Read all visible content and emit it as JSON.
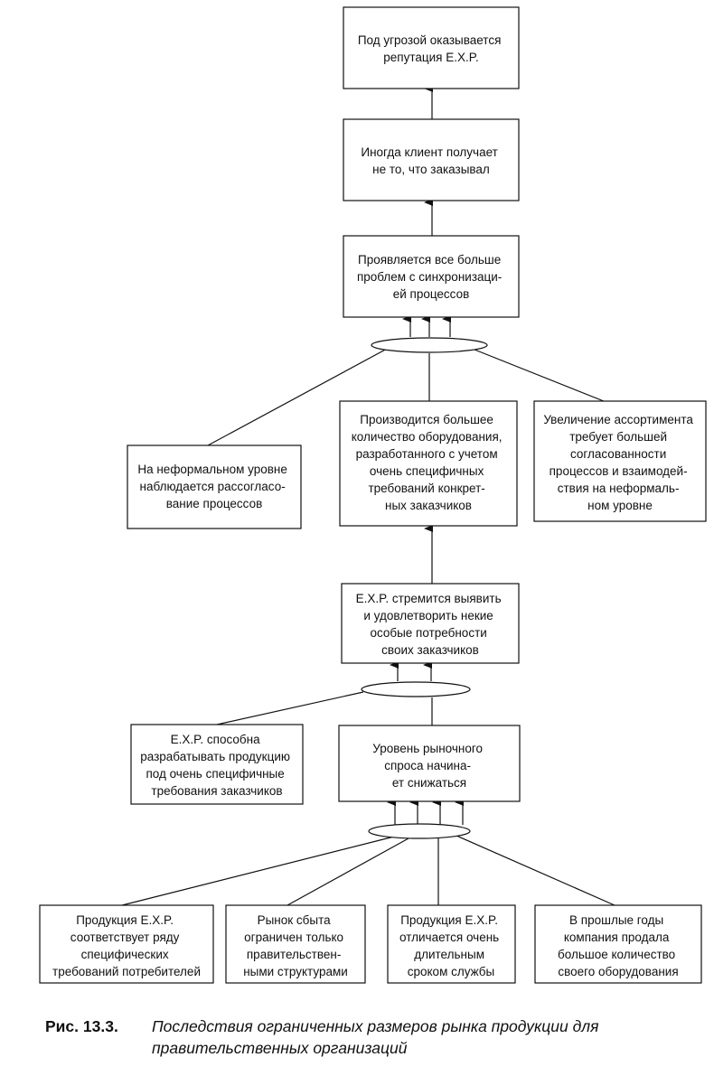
{
  "diagram": {
    "nodes": [
      {
        "id": "n1",
        "lines": [
          "Под угрозой оказывается",
          "репутация E.X.P."
        ]
      },
      {
        "id": "n2",
        "lines": [
          "Иногда клиент получает",
          "не то, что заказывал"
        ]
      },
      {
        "id": "n3",
        "lines": [
          "Проявляется все больше",
          "проблем с синхронизаци-",
          "ей процессов"
        ]
      },
      {
        "id": "n4",
        "lines": [
          "На неформальном уровне",
          "наблюдается рассогласо-",
          "вание процессов"
        ]
      },
      {
        "id": "n5",
        "lines": [
          "Производится большее",
          "количество оборудования,",
          "разработанного с учетом",
          "очень специфичных",
          "требований конкрет-",
          "ных заказчиков"
        ]
      },
      {
        "id": "n6",
        "lines": [
          "Увеличение ассортимента",
          "требует большей",
          "согласованности",
          "процессов и взаимодей-",
          "ствия на неформаль-",
          "ном уровне"
        ]
      },
      {
        "id": "n7",
        "lines": [
          "E.X.P. стремится выявить",
          "и удовлетворить некие",
          "особые потребности",
          "своих заказчиков"
        ]
      },
      {
        "id": "n8",
        "lines": [
          "E.X.P. способна",
          "разрабатывать продукцию",
          "под очень специфичные",
          "требования заказчиков"
        ]
      },
      {
        "id": "n9",
        "lines": [
          "Уровень рыночного",
          "спроса начина-",
          "ет снижаться"
        ]
      },
      {
        "id": "n10",
        "lines": [
          "Продукция E.X.P.",
          "соответствует ряду",
          "специфических",
          "требований потребителей"
        ]
      },
      {
        "id": "n11",
        "lines": [
          "Рынок сбыта",
          "ограничен только",
          "правительствен-",
          "ными структурами"
        ]
      },
      {
        "id": "n12",
        "lines": [
          "Продукция E.X.P.",
          "отличается очень",
          "длительным",
          "сроком службы"
        ]
      },
      {
        "id": "n13",
        "lines": [
          "В прошлые годы",
          "компания продала",
          "большое количество",
          "своего оборудования"
        ]
      }
    ]
  },
  "caption": {
    "label": "Рис. 13.3.",
    "text": "Последствия ограниченных размеров рынка продукции для правительственных организаций"
  }
}
